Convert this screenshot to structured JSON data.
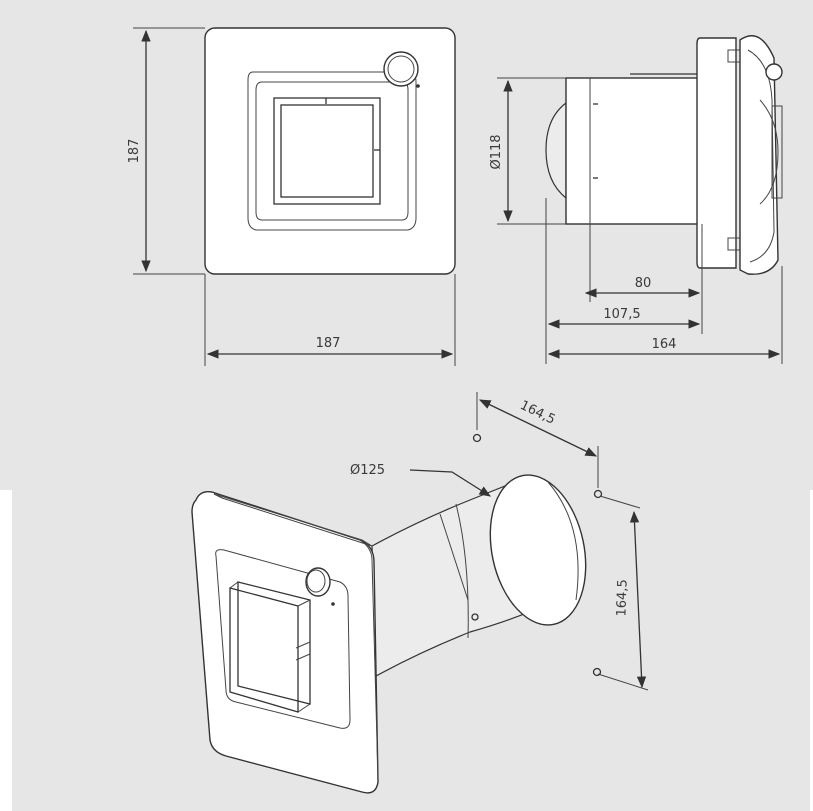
{
  "colors": {
    "background_gray": "#e6e6e6",
    "white": "#ffffff",
    "line": "#333333",
    "shade": "#ececec"
  },
  "dimensions": {
    "front_height": "187",
    "front_width": "187",
    "side_diameter": "Ø118",
    "side_depth_80": "80",
    "side_depth_107": "107,5",
    "side_total": "164",
    "iso_top": "164,5",
    "iso_side": "164,5",
    "duct_diameter": "Ø125"
  }
}
